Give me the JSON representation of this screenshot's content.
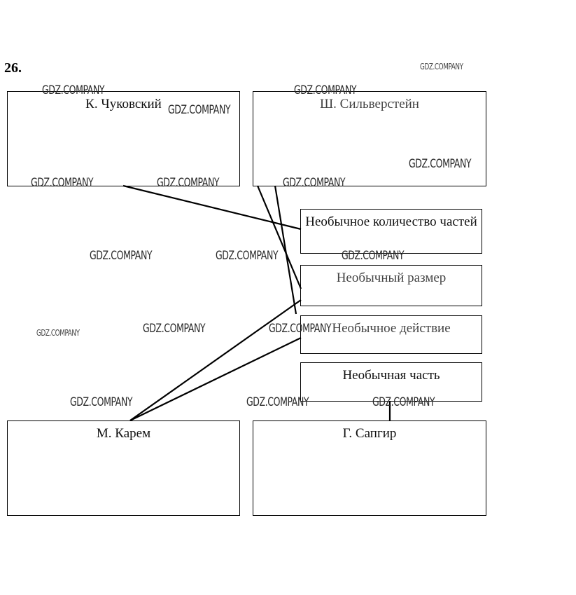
{
  "exercise_number": "26.",
  "authors": {
    "chukovsky": "К. Чуковский",
    "silverstein": "Ш. Сильверстейн",
    "karem": "М. Карем",
    "sapgir": "Г. Сапгир"
  },
  "traits": {
    "count": "Необычное количество частей",
    "size": "Необычный размер",
    "action": "Необычное действие",
    "part": "Необычная часть"
  },
  "connections": [
    {
      "from": "chukovsky",
      "to": "count"
    },
    {
      "from": "silverstein",
      "to": "size"
    },
    {
      "from": "silverstein",
      "to": "action"
    },
    {
      "from": "karem",
      "to": "size"
    },
    {
      "from": "karem",
      "to": "action"
    },
    {
      "from": "sapgir",
      "to": "part"
    }
  ],
  "watermark": "GDZ.COMPANY"
}
